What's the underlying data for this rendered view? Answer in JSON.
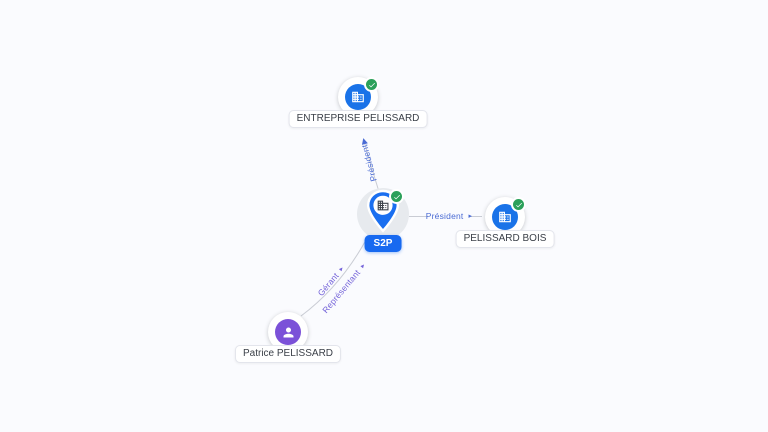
{
  "app": {
    "name": "company relationship graph",
    "background": "#fafbfe"
  },
  "colors": {
    "company_node": "#1a73e8",
    "person_node": "#7b51d8",
    "verified_badge": "#2ba05a",
    "edge_line": "#c9ccd4",
    "edge_label_company": "#4a6bd4",
    "edge_label_person": "#7463d9",
    "focus_label_bg": "#1769f0"
  },
  "icons": {
    "edge_arrow": "▸",
    "building": "building-icon",
    "person": "person-icon",
    "verified_check": "check-icon",
    "focus_pin": "map-pin-icon"
  },
  "graph": {
    "nodes": [
      {
        "id": "entreprise-pelissard",
        "label": "ENTREPRISE PELISSARD",
        "type": "company",
        "verified": true
      },
      {
        "id": "s2p",
        "label": "S2P",
        "type": "company",
        "focused": true,
        "verified": true
      },
      {
        "id": "pelissard-bois",
        "label": "PELISSARD BOIS",
        "type": "company",
        "verified": true
      },
      {
        "id": "patrice-pelissard",
        "label": "Patrice PELISSARD",
        "type": "person",
        "verified": false
      }
    ],
    "edges": [
      {
        "from": "s2p",
        "to": "entreprise-pelissard",
        "labels": [
          "Président"
        ]
      },
      {
        "from": "s2p",
        "to": "pelissard-bois",
        "labels": [
          "Président"
        ]
      },
      {
        "from": "patrice-pelissard",
        "to": "s2p",
        "labels": [
          "Gérant",
          "Représentant"
        ]
      }
    ]
  }
}
